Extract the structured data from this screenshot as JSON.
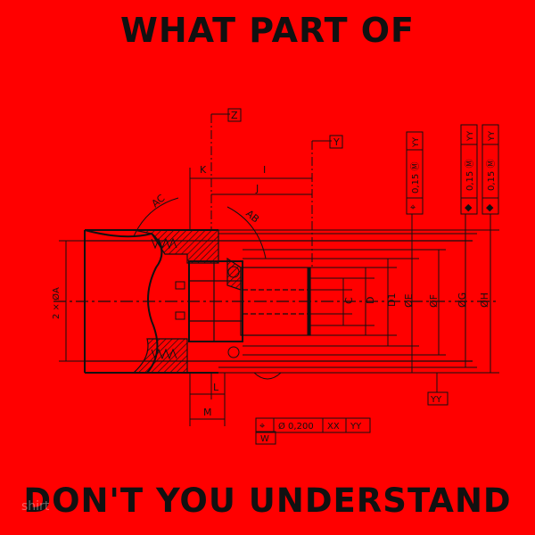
{
  "headline_top": "WHAT PART OF",
  "headline_bottom": "DON'T YOU UNDERSTAND",
  "watermark": "shirt",
  "colors": {
    "background": "#ff0000",
    "ink": "#111111"
  },
  "drawing": {
    "datum_z": "Z",
    "datum_y": "Y",
    "datum_w": "W",
    "datum_yy": "YY",
    "dim_k": "K",
    "dim_i": "I",
    "dim_j": "J",
    "dim_l": "L",
    "dim_m": "M",
    "dim_ac": "AC",
    "dim_ab": "AB",
    "dim_c": "C",
    "dim_d": "D",
    "dim_d1": "D1",
    "dim_e": "ØE",
    "dim_f": "ØF",
    "dim_g": "ØG",
    "dim_h": "ØH",
    "dim_2xa": "2 × ØA",
    "fcf1": {
      "symbol": "⌖",
      "tolerance": "0,15 Ⓜ",
      "datum": "YY"
    },
    "fcf2": {
      "symbol": "◆",
      "tolerance": "0,15 Ⓜ",
      "datum": "YY"
    },
    "fcf3": {
      "symbol": "◆",
      "tolerance": "0,15 Ⓜ",
      "datum": "YY"
    },
    "fcf_bottom": {
      "symbol": "⌖",
      "tolerance": "Ø 0,200",
      "datum1": "XX",
      "datum2": "YY"
    }
  }
}
